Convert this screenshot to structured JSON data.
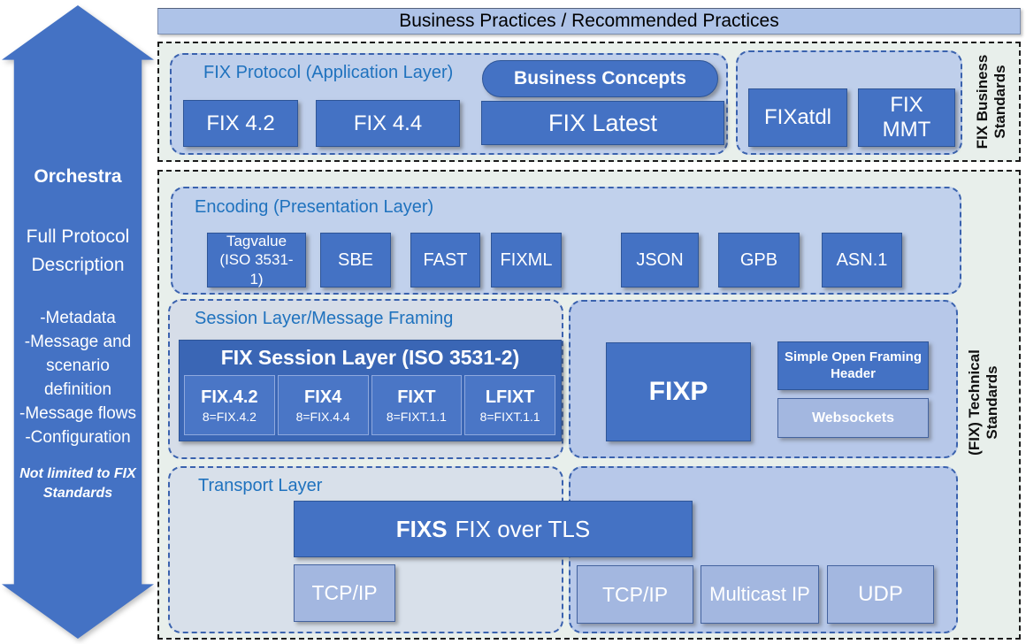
{
  "header": {
    "title": "Business Practices / Recommended Practices"
  },
  "orchestra": {
    "title": "Orchestra",
    "subtitle": "Full Protocol Description",
    "bullets": [
      "-Metadata",
      "-Message and scenario definition",
      "-Message flows",
      "-Configuration"
    ],
    "note": "Not limited to FIX Standards"
  },
  "business_standards": {
    "side_label_line1": "FIX Business",
    "side_label_line2": "Standards",
    "app_layer": {
      "title": "FIX Protocol (Application Layer)",
      "pill": "Business Concepts",
      "boxes": [
        "FIX 4.2",
        "FIX 4.4",
        "FIX Latest"
      ]
    },
    "side_boxes": [
      "FIXatdl",
      "FIX MMT"
    ]
  },
  "technical_standards": {
    "side_label_line1": "(FIX) Technical",
    "side_label_line2": "Standards",
    "encoding": {
      "title": "Encoding (Presentation Layer)",
      "boxes": [
        "Tagvalue (ISO 3531-1)",
        "SBE",
        "FAST",
        "FIXML",
        "JSON",
        "GPB",
        "ASN.1"
      ]
    },
    "session": {
      "title": "Session Layer/Message Framing",
      "fix_session": {
        "title": "FIX Session Layer (ISO 3531-2)",
        "versions": [
          {
            "name": "FIX.4.2",
            "tag": "8=FIX.4.2"
          },
          {
            "name": "FIX4",
            "tag": "8=FIX.4.4"
          },
          {
            "name": "FIXT",
            "tag": "8=FIXT.1.1"
          },
          {
            "name": "LFIXT",
            "tag": "8=FIXT.1.1"
          }
        ]
      },
      "fixp": "FIXP",
      "sofh": "Simple Open Framing Header",
      "websockets": "Websockets"
    },
    "transport": {
      "title": "Transport Layer",
      "fixs_bold": "FIXS",
      "fixs_rest": "FIX over TLS",
      "tcp_left": "TCP/IP",
      "tcp_right": "TCP/IP",
      "multicast": "Multicast IP",
      "udp": "UDP"
    }
  },
  "colors": {
    "dark_blue_box": "#4472C4",
    "dark_blue_border": "#2E5597",
    "light_blue_box": "#A3B7E0",
    "container_blue": "#BFCFEB",
    "container_gray": "#D6DDE8",
    "outer_pale_green": "#E8EFEB",
    "header_bar": "#AEC3E8",
    "section_title_blue": "#1F72BE",
    "dashed_inner_border": "#3A62AE",
    "dashed_outer_border": "#1b1b1b"
  }
}
